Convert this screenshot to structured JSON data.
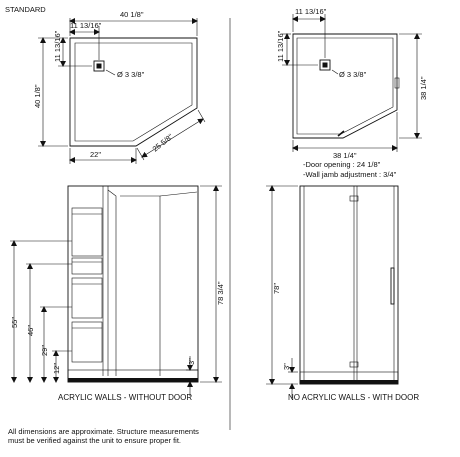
{
  "header": {
    "label": "STANDARD"
  },
  "left_plan": {
    "width_top": "40 1/8\"",
    "drain_offset_x": "11 13/16\"",
    "drain_offset_y": "11 13/16\"",
    "depth_left": "40 1/8\"",
    "drain_diameter": "Ø 3 3/8\"",
    "bottom_width": "22\"",
    "diagonal": "25 5/8\""
  },
  "right_plan": {
    "drain_offset_x": "11 13/16\"",
    "drain_offset_y": "11 13/16\"",
    "drain_diameter": "Ø 3 3/8\"",
    "depth_right": "38 1/4\"",
    "width_bottom": "38 1/4\"",
    "note_door": "-Door opening : 24 1/8\"",
    "note_jamb": "-Wall jamb adjustment : 3/4\""
  },
  "left_elevation": {
    "total_height": "78 3/4\"",
    "h55": "55\"",
    "h46": "46\"",
    "h29": "29\"",
    "h12": "12\"",
    "base": "3\"",
    "caption": "ACRYLIC WALLS - WITHOUT DOOR"
  },
  "right_elevation": {
    "total_height": "78\"",
    "base": "3\"",
    "caption": "NO ACRYLIC WALLS - WITH DOOR"
  },
  "footer": {
    "line1": "All dimensions are approximate. Structure measurements",
    "line2": "must be verified against the unit to ensure proper fit."
  }
}
